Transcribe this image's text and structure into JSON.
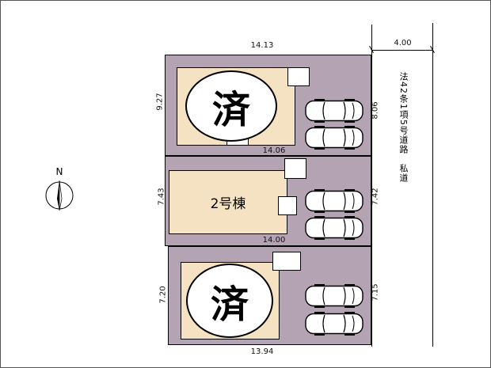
{
  "compass": {
    "label": "N"
  },
  "road": {
    "label": "法42条1項5号道路　私道",
    "width_dim": "4.00"
  },
  "parcels": [
    {
      "seal": "済",
      "top_dim": "14.13",
      "left_dim": "9.27",
      "right_dim": "8.06"
    },
    {
      "building_label": "2号棟",
      "top_dim": "14.06",
      "left_dim": "7.43",
      "right_dim": "7.42"
    },
    {
      "seal": "済",
      "top_dim": "14.00",
      "left_dim": "7.20",
      "right_dim": "7.15",
      "bottom_dim": "13.94"
    }
  ]
}
